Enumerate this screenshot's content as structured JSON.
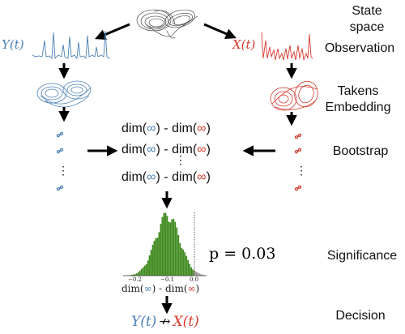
{
  "stages": {
    "state_space": "State\nspace",
    "observation": "Observation",
    "takens": "Takens\nEmbedding",
    "bootstrap": "Bootstrap",
    "significance": "Significance",
    "decision": "Decision"
  },
  "variables": {
    "y": "Y(t)",
    "x": "X(t)"
  },
  "dim_terms": {
    "a": "dim(",
    "mid": ") - dim(",
    "end": ")"
  },
  "ellipsis": "⋮",
  "histogram": {
    "p_value": "p = 0.03",
    "ticks": [
      "−0.2",
      "−0.1",
      "0.0"
    ],
    "xlabel_a": "dim(",
    "xlabel_mid": ") - dim(",
    "xlabel_end": ")"
  },
  "decision": {
    "left": "Y(t)",
    "arrow": "↛",
    "right": "X(t)"
  },
  "colors": {
    "y": "#4a7fb5",
    "x": "#d63a2e",
    "hist": "#3e8a1e",
    "attractor": "#333333"
  }
}
